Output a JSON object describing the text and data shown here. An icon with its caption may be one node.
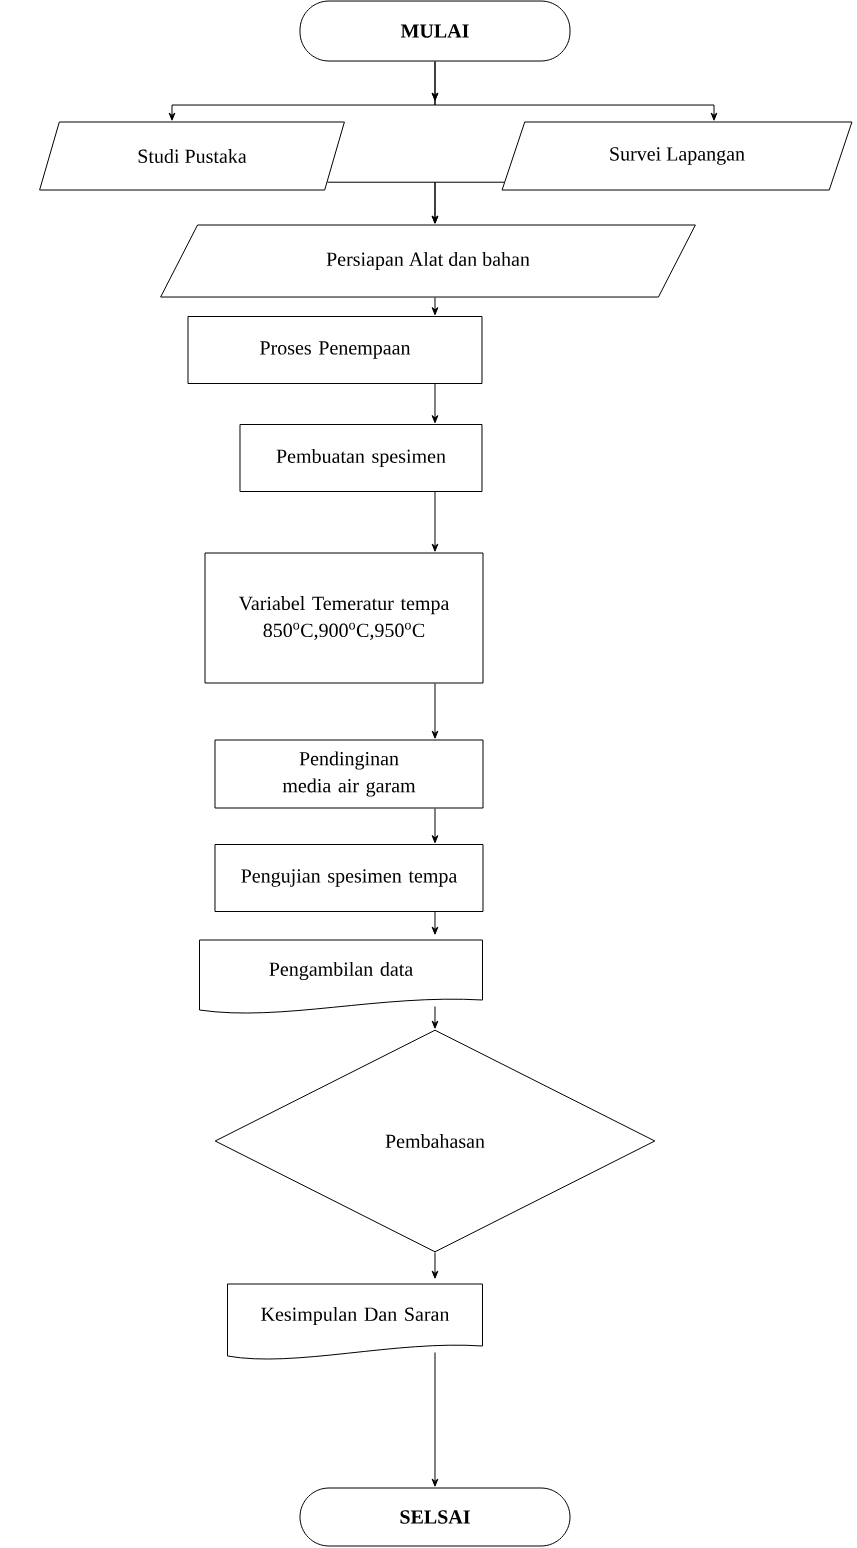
{
  "diagram": {
    "nodes": [
      {
        "text": [
          "MULAI"
        ]
      },
      {
        "text": [
          "Studi Pustaka"
        ]
      },
      {
        "text": [
          "Survei Lapangan"
        ]
      },
      {
        "text": [
          "Persiapan Alat dan bahan"
        ]
      },
      {
        "text": [
          "Proses Penempaan"
        ]
      },
      {
        "text": [
          "Pembuatan spesimen"
        ]
      },
      {
        "text": [
          "Variabel Temeratur tempa 850$^{o}$C,900$^{o}$C,950$^{o}$C"
        ]
      },
      {
        "text": [
          "Pendinginan media air garam"
        ]
      },
      {
        "text": [
          "Pengujian spesimen tempa"
        ]
      },
      {
        "text": [
          "Pengambilan data"
        ]
      },
      {
        "text": [
          "Pembahasan"
        ]
      },
      {
        "text": [
          "Kesimpulan Dan Saran"
        ]
      },
      {
        "text": [
          "SELSAI"
        ]
      }
    ],
    "edges": [
      {
        "from": 0,
        "to": 1,
        "arrow": "to"
      },
      {
        "from": 0,
        "to": 2,
        "arrow": "to"
      },
      {
        "from": 1,
        "to": 3,
        "arrow": "to"
      },
      {
        "from": 2,
        "to": 3,
        "arrow": "to"
      },
      {
        "from": 3,
        "to": 4,
        "arrow": "to"
      },
      {
        "from": 4,
        "to": 5,
        "arrow": "to"
      },
      {
        "from": 5,
        "to": 6,
        "arrow": "to"
      },
      {
        "from": 6,
        "to": 7,
        "arrow": "to"
      },
      {
        "from": 7,
        "to": 8,
        "arrow": "to"
      },
      {
        "from": 8,
        "to": 9,
        "arrow": "to"
      },
      {
        "from": 9,
        "to": 10,
        "arrow": "to"
      },
      {
        "from": 10,
        "to": 11,
        "arrow": "to"
      },
      {
        "from": 11,
        "to": 12,
        "arrow": "to"
      }
    ]
  }
}
